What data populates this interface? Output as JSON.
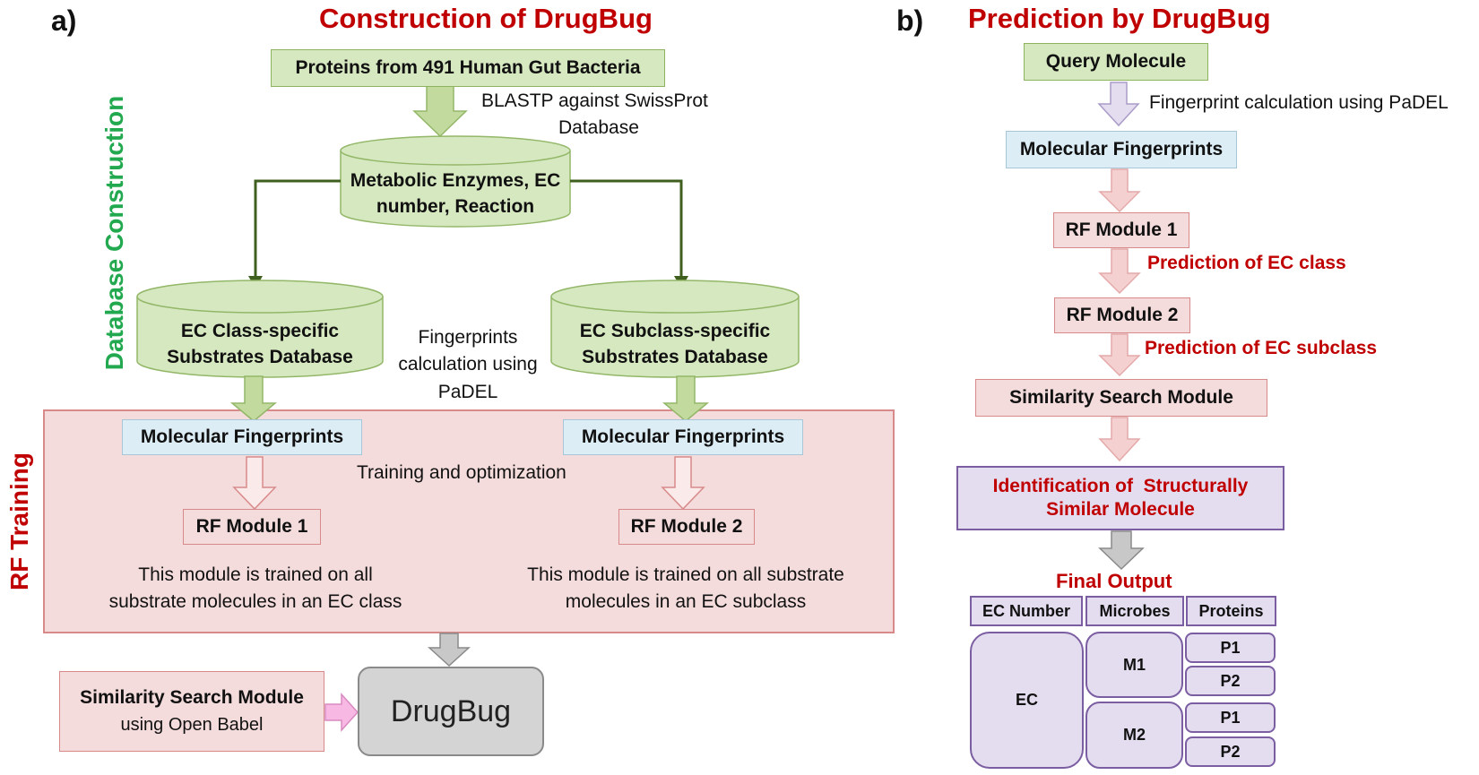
{
  "panel_a": {
    "label": "a)",
    "title": "Construction of DrugBug",
    "side_db": "Database Construction",
    "side_rf": "RF Training",
    "proteins": "Proteins from 491 Human Gut Bacteria",
    "blastp": "BLASTP against SwissProt",
    "blastp2": "Database",
    "enzymes_l1": "Metabolic Enzymes, EC",
    "enzymes_l2": "number, Reaction",
    "class_db_l1": "EC Class-specific",
    "class_db_l2": "Substrates Database",
    "subclass_db_l1": "EC Subclass-specific",
    "subclass_db_l2": "Substrates Database",
    "fp_calc_l1": "Fingerprints",
    "fp_calc_l2": "calculation using",
    "fp_calc_l3": "PaDEL",
    "mol_fp": "Molecular Fingerprints",
    "training": "Training and optimization",
    "rf1": "RF Module 1",
    "rf2": "RF Module 2",
    "rf1_desc_l1": "This module is trained on all",
    "rf1_desc_l2": "substrate molecules in an EC class",
    "rf2_desc_l1": "This module is trained on all substrate",
    "rf2_desc_l2": "molecules in an EC subclass",
    "sim_l1": "Similarity Search Module",
    "sim_l2": "using Open Babel",
    "drugbug": "DrugBug"
  },
  "panel_b": {
    "label": "b)",
    "title": "Prediction by DrugBug",
    "query": "Query Molecule",
    "fp_calc": "Fingerprint calculation using PaDEL",
    "mol_fp": "Molecular Fingerprints",
    "rf1": "RF Module 1",
    "pred_class": "Prediction of EC class",
    "rf2": "RF Module 2",
    "pred_subclass": "Prediction of EC subclass",
    "sim": "Similarity Search Module",
    "ident_l1": "Identification of  Structurally",
    "ident_l2": "Similar Molecule",
    "final": "Final Output",
    "headers": [
      "EC Number",
      "Microbes",
      "Proteins"
    ],
    "ec": "EC",
    "m1": "M1",
    "m2": "M2",
    "p1a": "P1",
    "p2a": "P2",
    "p1b": "P1",
    "p2b": "P2"
  },
  "colors": {
    "green_fill": "#d6e8c0",
    "blue_fill": "#dcedf6",
    "pink_fill": "#f5dcdc",
    "lavender_fill": "#e4dcef",
    "title_red": "#c00000",
    "side_green": "#22a94f"
  }
}
